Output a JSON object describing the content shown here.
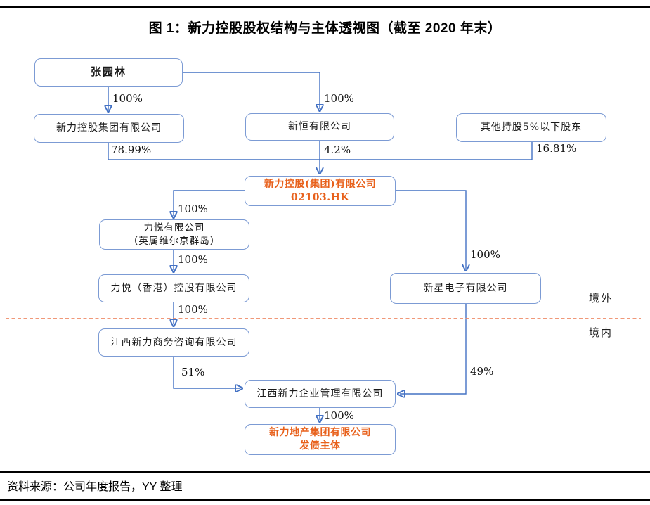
{
  "figure": {
    "title": "图 1：新力控股股权结构与主体透视图（截至 2020 年末）",
    "source_note": "资料来源：公司年度报告，YY 整理"
  },
  "regions": {
    "offshore": "境外",
    "onshore": "境内"
  },
  "nodes": {
    "zhang": {
      "line1": "张园林"
    },
    "xinli_group": {
      "line1": "新力控股集团有限公司"
    },
    "xinheng": {
      "line1": "新恒有限公司"
    },
    "other_holders": {
      "line1": "其他持股5%以下股东"
    },
    "listed": {
      "line1": "新力控股(集团)有限公司",
      "line2": "02103.HK"
    },
    "liyue_bvi": {
      "line1": "力悦有限公司",
      "line2": "（英属维尔京群岛）"
    },
    "liyue_hk": {
      "line1": "力悦（香港）控股有限公司"
    },
    "xinxing": {
      "line1": "新星电子有限公司"
    },
    "jx_consult": {
      "line1": "江西新力商务咨询有限公司"
    },
    "jx_mgmt": {
      "line1": "江西新力企业管理有限公司"
    },
    "bond_issuer": {
      "line1": "新力地产集团有限公司",
      "line2": "发债主体"
    }
  },
  "edges": {
    "zhang_to_xinli_group": {
      "label": "100%"
    },
    "zhang_to_xinheng": {
      "label": "100%"
    },
    "xinli_group_to_listed": {
      "label": "78.99%"
    },
    "xinheng_to_listed": {
      "label": "4.2%"
    },
    "other_to_listed": {
      "label": "16.81%"
    },
    "listed_to_liyue_bvi": {
      "label": "100%"
    },
    "liyue_bvi_to_liyue_hk": {
      "label": "100%"
    },
    "liyue_hk_to_jx_consult": {
      "label": "100%"
    },
    "jx_consult_to_jx_mgmt": {
      "label": "51%"
    },
    "listed_to_xinxing": {
      "label": "100%"
    },
    "xinxing_to_jx_mgmt": {
      "label": "49%"
    },
    "jx_mgmt_to_bond_issuer": {
      "label": "100%"
    }
  },
  "colors": {
    "connector_blue": "#4472C4",
    "box_border_blue": "#7C9BD4",
    "highlight_orange": "#E8611C",
    "boundary_dash_orange": "#EE8965"
  }
}
